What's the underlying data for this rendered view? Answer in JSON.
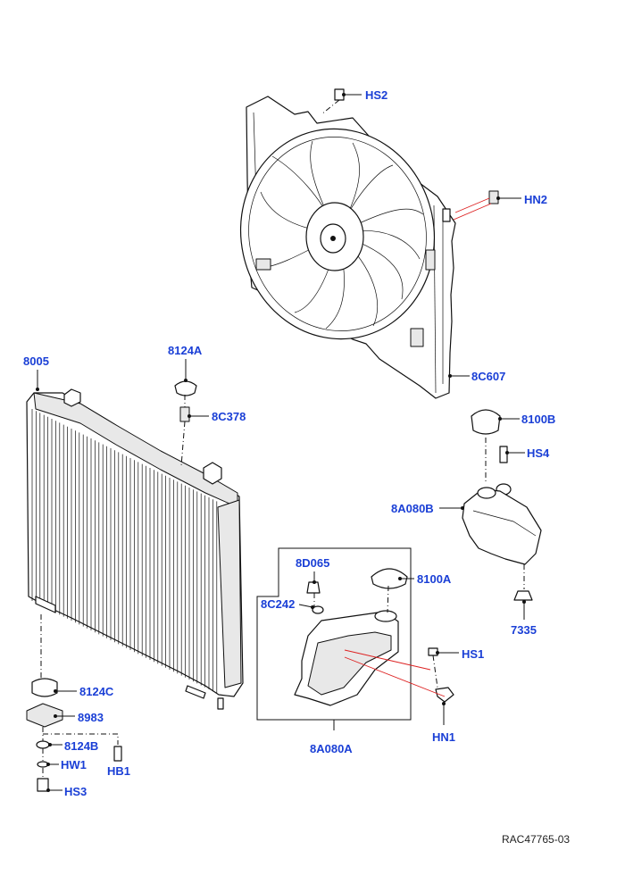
{
  "reference": "RAC47765-03",
  "callouts": {
    "hs2": "HS2",
    "hn2": "HN2",
    "c8c607": "8C607",
    "c8005": "8005",
    "c8124a": "8124A",
    "c8c378": "8C378",
    "c8100b": "8100B",
    "hs4": "HS4",
    "c8a080b": "8A080B",
    "c8d065": "8D065",
    "c8100a": "8100A",
    "c8c242": "8C242",
    "c7335": "7335",
    "hs1": "HS1",
    "hn1": "HN1",
    "c8a080a": "8A080A",
    "c8124c": "8124C",
    "c8983": "8983",
    "c8124b": "8124B",
    "hw1": "HW1",
    "hb1": "HB1",
    "hs3": "HS3"
  },
  "colors": {
    "callout": "#1a3fd6",
    "leader_red": "#dd2222",
    "line": "#111111"
  }
}
